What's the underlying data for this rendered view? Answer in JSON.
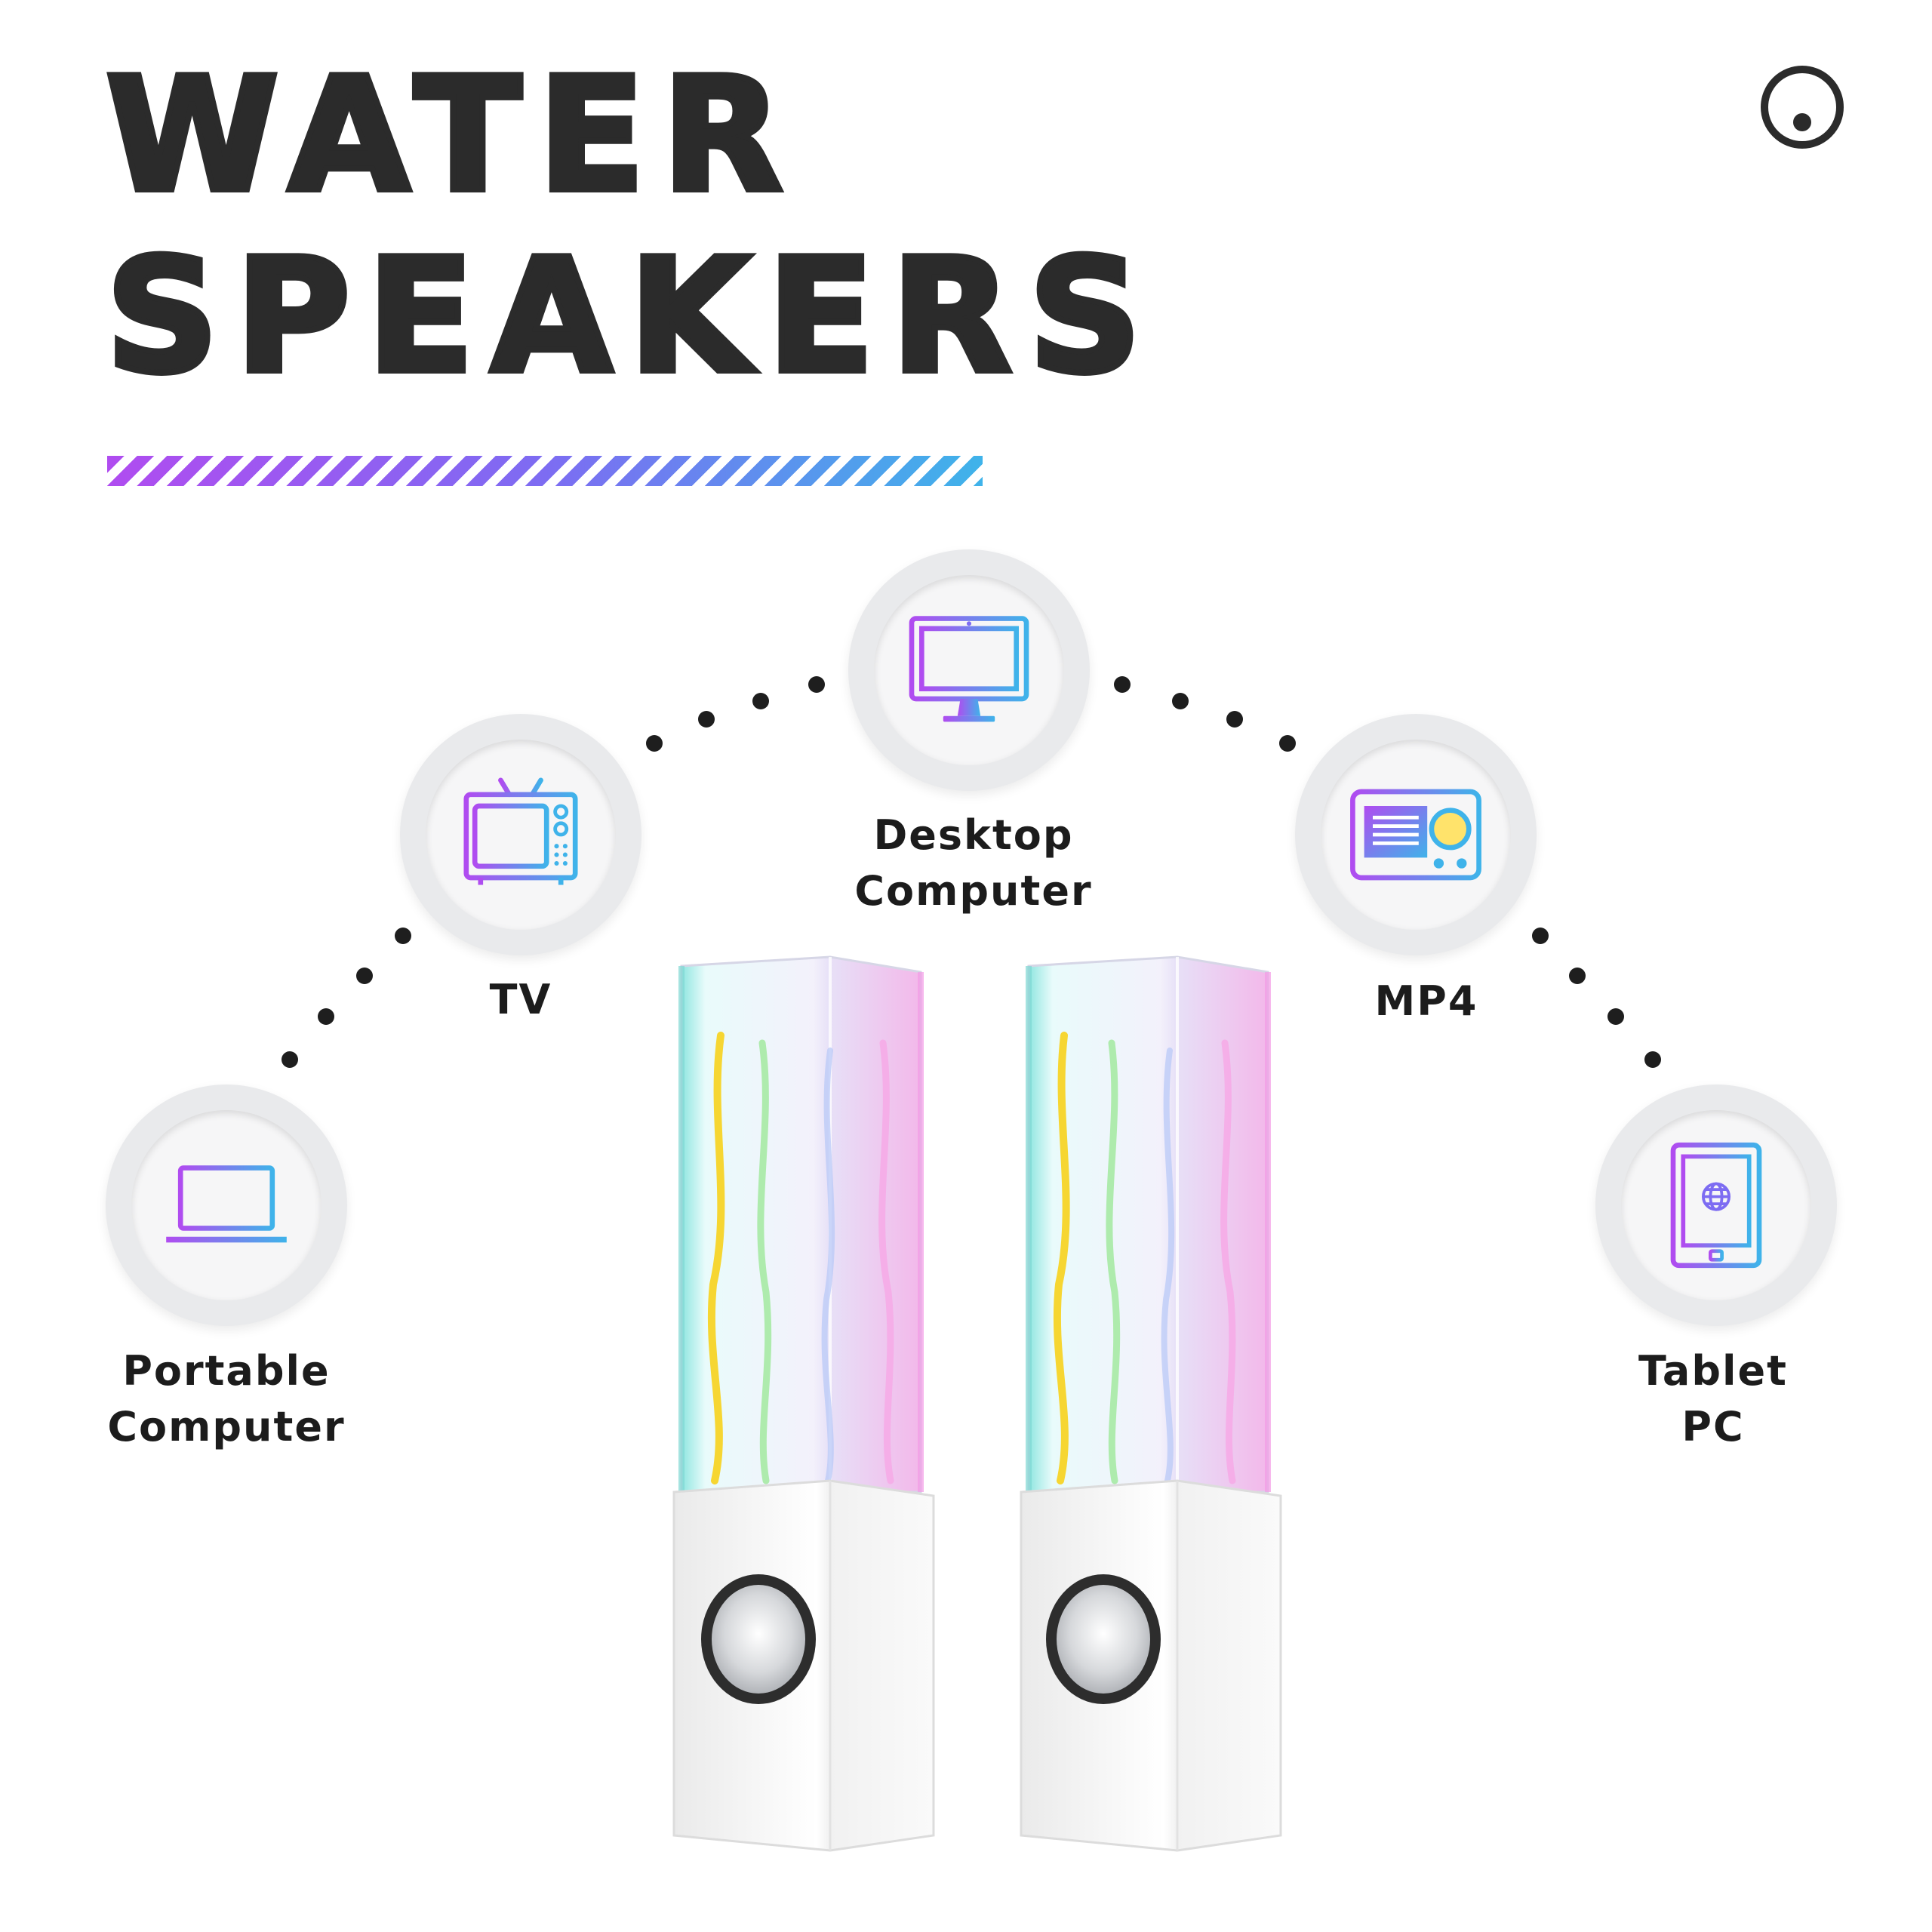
{
  "header": {
    "title_line1": "WATER",
    "title_line2": "SPEAKERS",
    "stripe_colors": [
      "#b04cf0",
      "#7d6cf2",
      "#3fb3ea"
    ]
  },
  "brand": {
    "icon": "circle-dot-logo-icon"
  },
  "devices": [
    {
      "icon": "laptop-icon",
      "label_lines": [
        "Portable",
        "Computer"
      ]
    },
    {
      "icon": "tv-icon",
      "label_lines": [
        "TV"
      ]
    },
    {
      "icon": "monitor-icon",
      "label_lines": [
        "Desktop",
        "Computer"
      ]
    },
    {
      "icon": "mp4-player-icon",
      "label_lines": [
        "MP4"
      ]
    },
    {
      "icon": "tablet-icon",
      "label_lines": [
        "Tablet",
        "PC"
      ]
    }
  ],
  "colors": {
    "title": "#2b2b2b",
    "icon_gradient_start": "#b04cf0",
    "icon_gradient_end": "#3fb3ea",
    "circle": "#e9eaec"
  }
}
